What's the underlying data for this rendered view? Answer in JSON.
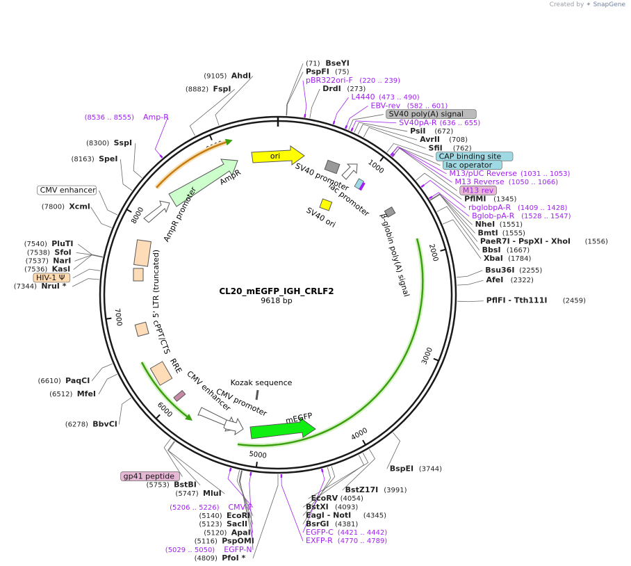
{
  "credit": {
    "prefix": "Created by",
    "brand": "SnapGene"
  },
  "plasmid": {
    "name": "CL20_mEGFP_IGH_CRLF2",
    "length_label": "9618 bp",
    "total_bp": 9618
  },
  "colors": {
    "feature_box": "#ffdcb8",
    "ori": "#ffff00",
    "ampr": "#ccffcc",
    "mEGFP": "#11ee11",
    "promoter": "#ffffff",
    "primer": "#a020f0",
    "arc_green": "#3aa010",
    "arc_orange": "#e08a00",
    "tag_blue": "#9fd9e3",
    "tag_gray": "#bbbbbb",
    "tag_pink": "#e7b8d6",
    "tag_peach": "#ffd9b0"
  },
  "ticks": [
    {
      "bp": 1000,
      "label": "1000"
    },
    {
      "bp": 2000,
      "label": "2000"
    },
    {
      "bp": 3000,
      "label": "3000"
    },
    {
      "bp": 4000,
      "label": "4000"
    },
    {
      "bp": 5000,
      "label": "5000"
    },
    {
      "bp": 6000,
      "label": "6000"
    },
    {
      "bp": 7000,
      "label": "7000"
    },
    {
      "bp": 8000,
      "label": "8000"
    },
    {
      "bp": 9000,
      "label": "9000"
    }
  ],
  "annotations": [
    {
      "id": "bseyi",
      "bp": 71,
      "kind": "enzyme",
      "name": "BseYI",
      "pos": "(71)",
      "posFirst": true
    },
    {
      "id": "pspfi",
      "bp": 75,
      "kind": "enzyme",
      "name": "PspFI",
      "pos": "(75)"
    },
    {
      "id": "pbr322",
      "bp": 229,
      "kind": "primer",
      "name": "pBR322ori-F",
      "pos": "(220 .. 239)"
    },
    {
      "id": "drdi",
      "bp": 273,
      "kind": "enzyme",
      "name": "DrdI",
      "pos": "(273)"
    },
    {
      "id": "l4440",
      "bp": 481,
      "kind": "primer",
      "name": "L4440",
      "pos": "(473 .. 490)"
    },
    {
      "id": "ebvrev",
      "bp": 591,
      "kind": "primer",
      "name": "EBV-rev",
      "pos": "(582 .. 601)"
    },
    {
      "id": "sv40polya",
      "bp": 620,
      "kind": "tag",
      "tag": "gray",
      "name": "SV40 poly(A) signal",
      "pos": ""
    },
    {
      "id": "sv40par",
      "bp": 645,
      "kind": "primer",
      "name": "SV40pA-R",
      "pos": "(636 .. 655)"
    },
    {
      "id": "psii",
      "bp": 672,
      "kind": "enzyme",
      "name": "PsiI",
      "pos": "(672)"
    },
    {
      "id": "avrii",
      "bp": 708,
      "kind": "enzyme",
      "name": "AvrII",
      "pos": "(708)"
    },
    {
      "id": "sfii",
      "bp": 762,
      "kind": "enzyme",
      "name": "SfiI",
      "pos": "(762)"
    },
    {
      "id": "capsite",
      "bp": 1000,
      "kind": "tag",
      "tag": "blue",
      "name": "CAP binding site",
      "pos": ""
    },
    {
      "id": "m13puc",
      "bp": 1042,
      "kind": "primer",
      "name": "M13/pUC Reverse",
      "pos": "(1031 .. 1053)"
    },
    {
      "id": "lacop",
      "bp": 1040,
      "kind": "tag",
      "tag": "blue",
      "name": "lac operator",
      "pos": ""
    },
    {
      "id": "m13reverse",
      "bp": 1058,
      "kind": "primer",
      "name": "M13 Reverse",
      "pos": "(1050 .. 1066)"
    },
    {
      "id": "m13rev",
      "bp": 1060,
      "kind": "tag",
      "tag": "pink",
      "name": "M13 rev",
      "pos": "",
      "purple": true
    },
    {
      "id": "pflmi",
      "bp": 1345,
      "kind": "enzyme",
      "name": "PflMI",
      "pos": "(1345)"
    },
    {
      "id": "rbglobpar",
      "bp": 1418,
      "kind": "primer",
      "name": "rbglobpA-R",
      "pos": "(1409 .. 1428)"
    },
    {
      "id": "bglobpar",
      "bp": 1537,
      "kind": "primer",
      "name": "Bglob-pA-R",
      "pos": "(1528 .. 1547)"
    },
    {
      "id": "nhei",
      "bp": 1551,
      "kind": "enzyme",
      "name": "NheI",
      "pos": "(1551)"
    },
    {
      "id": "bmti",
      "bp": 1555,
      "kind": "enzyme",
      "name": "BmtI",
      "pos": "(1555)"
    },
    {
      "id": "paer7i",
      "bp": 1556,
      "kind": "enzyme",
      "name": "PaeR7I - PspXI - XhoI",
      "pos": "(1556)"
    },
    {
      "id": "bbsi",
      "bp": 1667,
      "kind": "enzyme",
      "name": "BbsI",
      "pos": "(1667)"
    },
    {
      "id": "xbai",
      "bp": 1784,
      "kind": "enzyme",
      "name": "XbaI",
      "pos": "(1784)"
    },
    {
      "id": "bsu36i",
      "bp": 2255,
      "kind": "enzyme",
      "name": "Bsu36I",
      "pos": "(2255)"
    },
    {
      "id": "afei",
      "bp": 2322,
      "kind": "enzyme",
      "name": "AfeI",
      "pos": "(2322)"
    },
    {
      "id": "pflfi",
      "bp": 2459,
      "kind": "enzyme",
      "name": "PflFI - Tth111I",
      "pos": "(2459)"
    },
    {
      "id": "bspei",
      "bp": 3744,
      "kind": "enzyme",
      "name": "BspEI",
      "pos": "(3744)"
    },
    {
      "id": "bstz17i",
      "bp": 3991,
      "kind": "enzyme",
      "name": "BstZ17I",
      "pos": "(3991)"
    },
    {
      "id": "ecorv",
      "bp": 4054,
      "kind": "enzyme",
      "name": "EcoRV",
      "pos": "(4054)"
    },
    {
      "id": "bstxi",
      "bp": 4093,
      "kind": "enzyme",
      "name": "BstXI",
      "pos": "(4093)"
    },
    {
      "id": "eagi",
      "bp": 4345,
      "kind": "enzyme",
      "name": "EagI - NotI",
      "pos": "(4345)"
    },
    {
      "id": "bsrgi",
      "bp": 4381,
      "kind": "enzyme",
      "name": "BsrGI",
      "pos": "(4381)"
    },
    {
      "id": "egfpc",
      "bp": 4431,
      "kind": "primer",
      "name": "EGFP-C",
      "pos": "(4421 .. 4442)"
    },
    {
      "id": "exfpr",
      "bp": 4780,
      "kind": "primer",
      "name": "EXFP-R",
      "pos": "(4770 .. 4789)"
    },
    {
      "id": "pfoi",
      "bp": 4809,
      "kind": "enzyme",
      "name": "PfoI *",
      "pos": "(4809)",
      "posFirst": true
    },
    {
      "id": "egfpn",
      "bp": 5040,
      "kind": "primer",
      "name": "EGFP-N",
      "pos": "(5029 .. 5050)",
      "posFirst": true
    },
    {
      "id": "pspomi",
      "bp": 5116,
      "kind": "enzyme",
      "name": "PspOMI",
      "pos": "(5116)",
      "posFirst": true
    },
    {
      "id": "apai",
      "bp": 5120,
      "kind": "enzyme",
      "name": "ApaI",
      "pos": "(5120)",
      "posFirst": true
    },
    {
      "id": "sacii",
      "bp": 5123,
      "kind": "enzyme",
      "name": "SacII",
      "pos": "(5123)",
      "posFirst": true
    },
    {
      "id": "ecori",
      "bp": 5140,
      "kind": "enzyme",
      "name": "EcoRI",
      "pos": "(5140)",
      "posFirst": true
    },
    {
      "id": "cmvf",
      "bp": 5216,
      "kind": "primer",
      "name": "CMV-F",
      "pos": "(5206 .. 5226)",
      "posFirst": true
    },
    {
      "id": "mlui",
      "bp": 5747,
      "kind": "enzyme",
      "name": "MluI",
      "pos": "(5747)",
      "posFirst": true
    },
    {
      "id": "bstbi",
      "bp": 5753,
      "kind": "enzyme",
      "name": "BstBI",
      "pos": "(5753)",
      "posFirst": true
    },
    {
      "id": "gp41",
      "bp": 5790,
      "kind": "tag",
      "tag": "pink",
      "name": "gp41 peptide",
      "pos": ""
    },
    {
      "id": "bbvci",
      "bp": 6278,
      "kind": "enzyme",
      "name": "BbvCI",
      "pos": "(6278)",
      "posFirst": true
    },
    {
      "id": "mfei",
      "bp": 6512,
      "kind": "enzyme",
      "name": "MfeI",
      "pos": "(6512)",
      "posFirst": true
    },
    {
      "id": "paqci",
      "bp": 6610,
      "kind": "enzyme",
      "name": "PaqCI",
      "pos": "(6610)",
      "posFirst": true
    },
    {
      "id": "nrui",
      "bp": 7344,
      "kind": "enzyme",
      "name": "NruI *",
      "pos": "(7344)",
      "posFirst": true
    },
    {
      "id": "hiv1",
      "bp": 7420,
      "kind": "tag",
      "tag": "peach",
      "name": "HIV-1 Ψ",
      "pos": ""
    },
    {
      "id": "kasi",
      "bp": 7536,
      "kind": "enzyme",
      "name": "KasI",
      "pos": "(7536)",
      "posFirst": true
    },
    {
      "id": "nari",
      "bp": 7537,
      "kind": "enzyme",
      "name": "NarI",
      "pos": "(7537)",
      "posFirst": true
    },
    {
      "id": "sfoi",
      "bp": 7538,
      "kind": "enzyme",
      "name": "SfoI",
      "pos": "(7538)",
      "posFirst": true
    },
    {
      "id": "plutI",
      "bp": 7540,
      "kind": "enzyme",
      "name": "PluTI",
      "pos": "(7540)",
      "posFirst": true
    },
    {
      "id": "xcmi",
      "bp": 7800,
      "kind": "enzyme",
      "name": "XcmI",
      "pos": "(7800)",
      "posFirst": true
    },
    {
      "id": "cmvenh",
      "bp": 7920,
      "kind": "tag",
      "tag": "white",
      "name": "CMV enhancer",
      "pos": ""
    },
    {
      "id": "spei",
      "bp": 8163,
      "kind": "enzyme",
      "name": "SpeI",
      "pos": "(8163)",
      "posFirst": true
    },
    {
      "id": "sspi",
      "bp": 8300,
      "kind": "enzyme",
      "name": "SspI",
      "pos": "(8300)",
      "posFirst": true
    },
    {
      "id": "ampr",
      "bp": 8545,
      "kind": "primer",
      "name": "Amp-R",
      "pos": "(8536 .. 8555)",
      "posFirst": true
    },
    {
      "id": "fspi",
      "bp": 8882,
      "kind": "enzyme",
      "name": "FspI",
      "pos": "(8882)",
      "posFirst": true
    },
    {
      "id": "ahdi",
      "bp": 9105,
      "kind": "enzyme",
      "name": "AhdI",
      "pos": "(9105)",
      "posFirst": true
    }
  ],
  "features": [
    {
      "id": "ori",
      "name": "ori",
      "color": "ori"
    },
    {
      "id": "ampr-gene",
      "name": "AmpR",
      "color": "ampr"
    },
    {
      "id": "ampr-promoter",
      "name": "AmpR promoter",
      "color": "promoter"
    },
    {
      "id": "sv40-promoter",
      "name": "SV40 promoter",
      "color": "promoter"
    },
    {
      "id": "lac-promoter",
      "name": "lac promoter",
      "color": "promoter"
    },
    {
      "id": "sv40-ori",
      "name": "SV40 ori",
      "color": "ori"
    },
    {
      "id": "bglobin",
      "name": "β-globin poly(A) signal",
      "color": "promoter"
    },
    {
      "id": "ltr",
      "name": "5' LTR (truncated)",
      "color": "feature_box"
    },
    {
      "id": "cppt",
      "name": "cPPT/CTS",
      "color": "feature_box"
    },
    {
      "id": "rre",
      "name": "RRE",
      "color": "feature_box"
    },
    {
      "id": "cmv-enh",
      "name": "CMV enhancer",
      "color": "promoter"
    },
    {
      "id": "cmv-pro",
      "name": "CMV promoter",
      "color": "promoter"
    },
    {
      "id": "kozak",
      "name": "Kozak sequence",
      "color": "promoter"
    },
    {
      "id": "megfp",
      "name": "mEGFP",
      "color": "mEGFP"
    }
  ]
}
